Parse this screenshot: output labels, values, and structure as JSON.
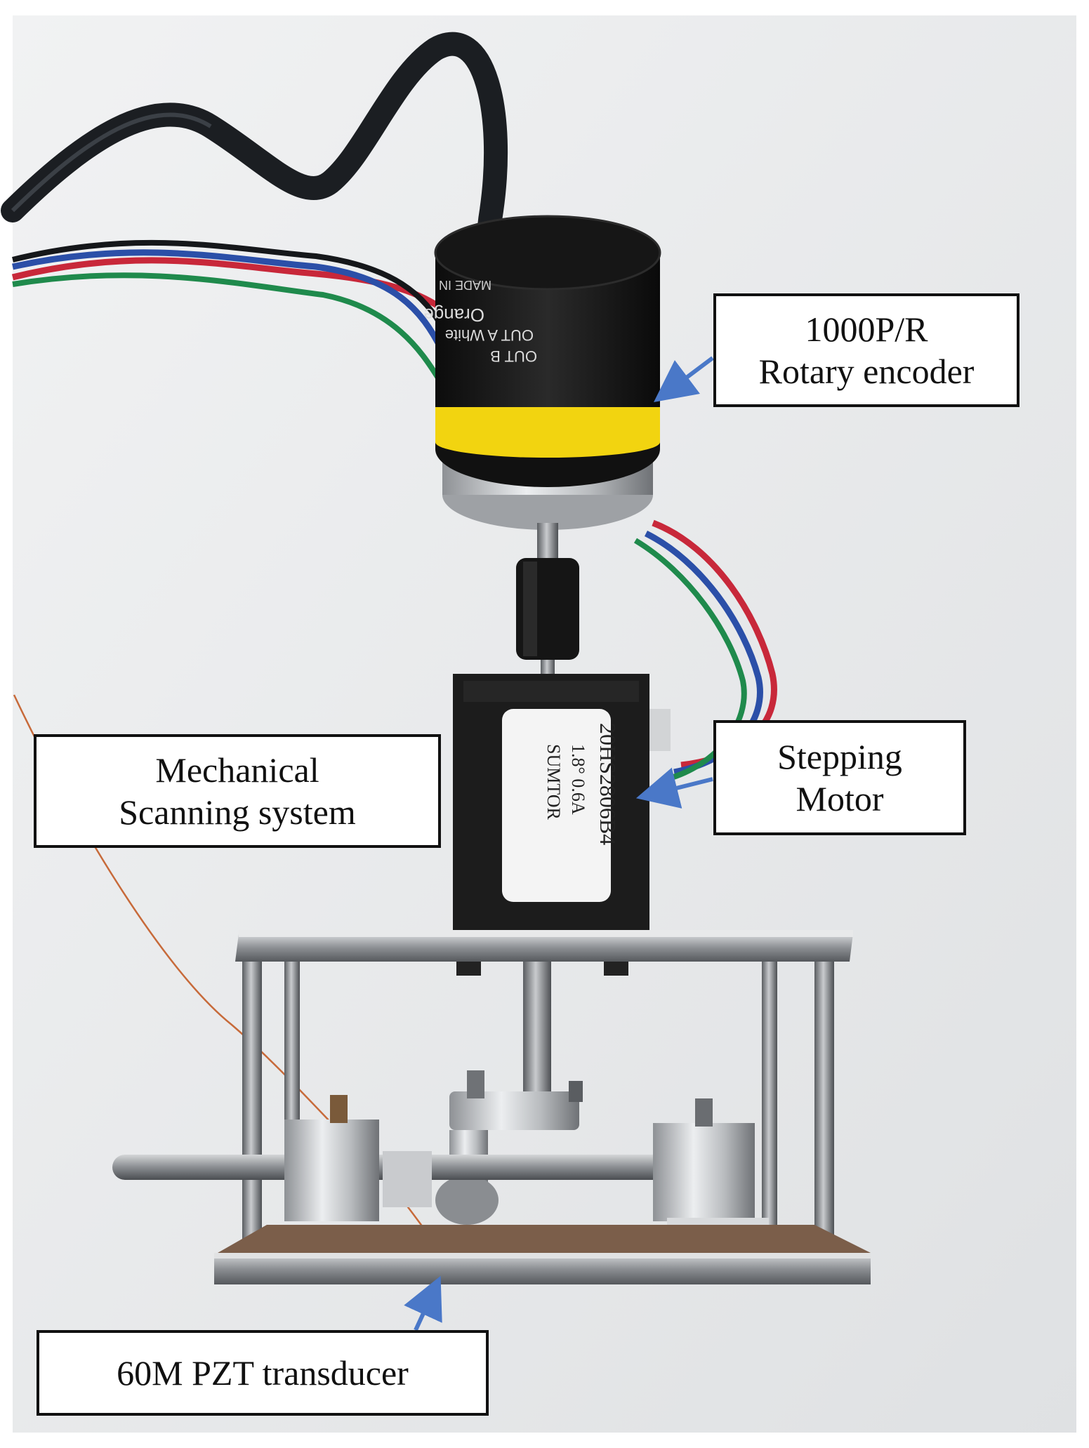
{
  "labels": {
    "encoder": {
      "line1": "1000P/R",
      "line2": "Rotary encoder"
    },
    "motor": {
      "line1": "Stepping",
      "line2": "Motor"
    },
    "scanning": {
      "line1": "Mechanical",
      "line2": "Scanning system"
    },
    "transducer": {
      "line1": "60M PZT transducer"
    }
  },
  "motor_label_text": {
    "line1": "20HS2806B4",
    "line2": "1.8°   0.6A",
    "line3": "SUMTOR"
  },
  "encoder_text": {
    "out_a": "OUT A",
    "out_b": "OUT B",
    "white": "White",
    "orange": "Orange",
    "made_in": "MADE IN"
  },
  "colors": {
    "arrow": "#4a78c8",
    "background": "#e9ebec",
    "encoder_stripe": "#f2d410",
    "frame": "#888a8d",
    "motor": "#1c1c1c"
  }
}
